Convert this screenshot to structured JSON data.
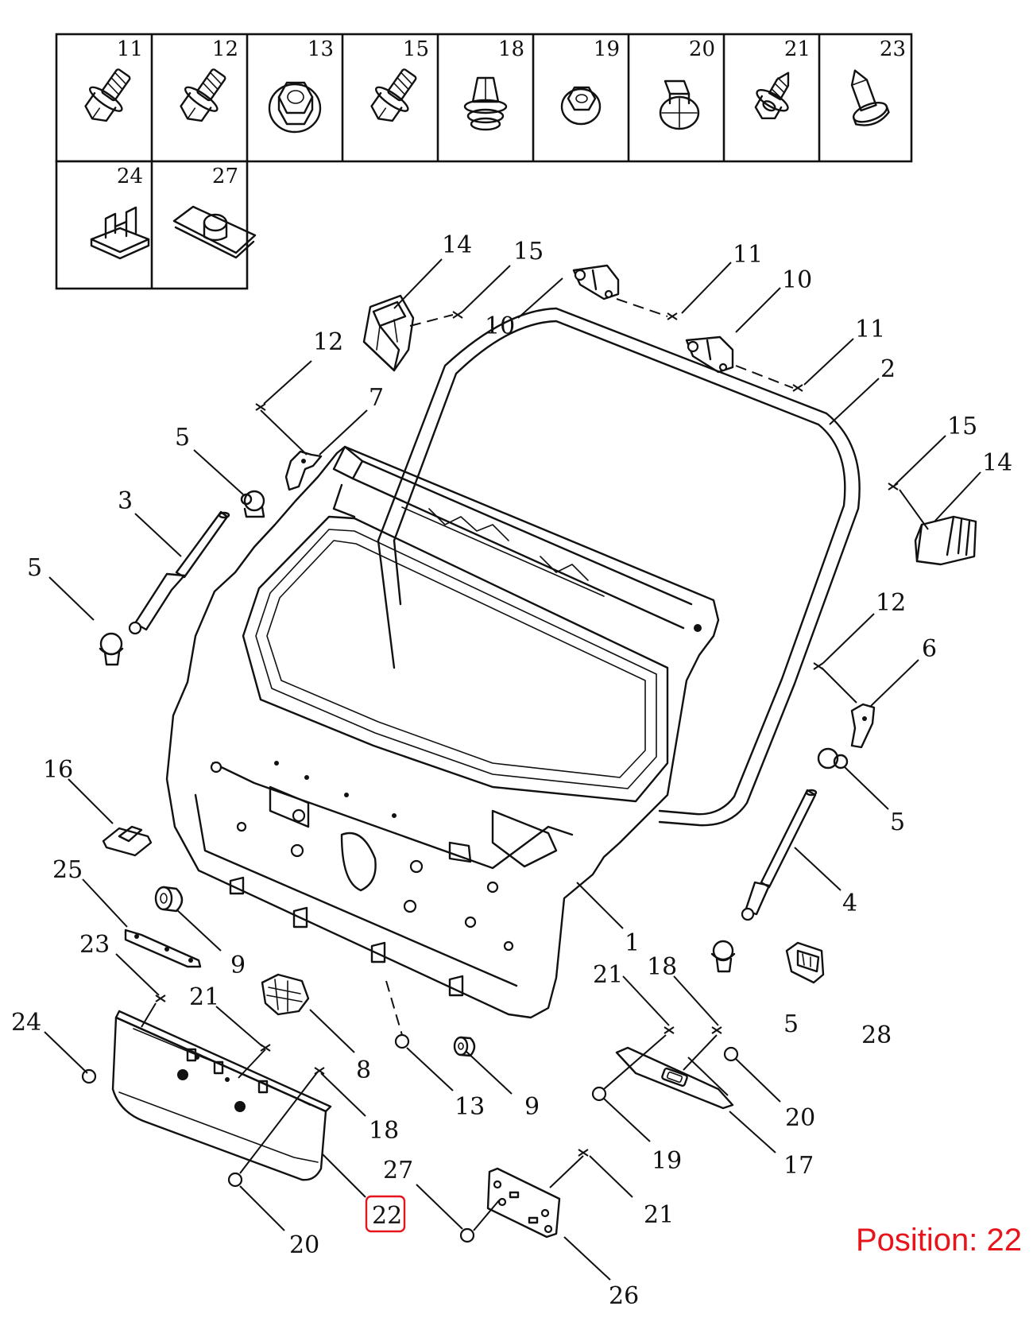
{
  "fastener_table": {
    "row1": [
      "11",
      "12",
      "13",
      "15",
      "18",
      "19",
      "20",
      "21",
      "23"
    ],
    "row2": [
      "24",
      "27"
    ]
  },
  "callouts": {
    "c14a": "14",
    "c15a": "15",
    "c10a": "10",
    "c11a": "11",
    "c10b": "10",
    "c11b": "11",
    "c2": "2",
    "c12a": "12",
    "c7": "7",
    "c5a": "5",
    "c3": "3",
    "c5b": "5",
    "c15b": "15",
    "c14b": "14",
    "c12b": "12",
    "c6": "6",
    "c5c": "5",
    "c4": "4",
    "c16": "16",
    "c25": "25",
    "c9a": "9",
    "c1": "1",
    "c23": "23",
    "c21a": "21",
    "c8": "8",
    "c24": "24",
    "c18a": "18",
    "c13": "13",
    "c9b": "9",
    "c21b": "21",
    "c18b": "18",
    "c5d": "5",
    "c28": "28",
    "c20a": "20",
    "c19": "19",
    "c17": "17",
    "c27": "27",
    "c21c": "21",
    "c22": "22",
    "c20b": "20",
    "c26": "26"
  },
  "highlight": {
    "color": "#e8141c",
    "part": "22"
  },
  "position_note": "Position: 22"
}
